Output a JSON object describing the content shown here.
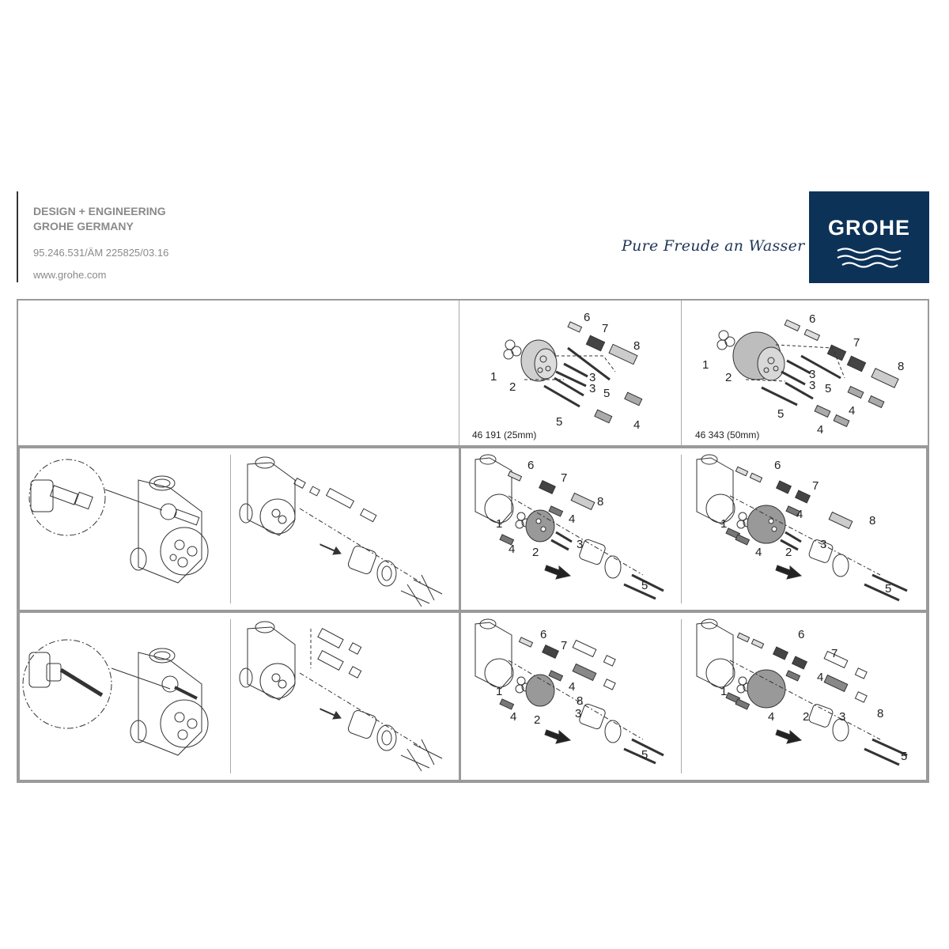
{
  "header": {
    "line1": "DESIGN + ENGINEERING",
    "line2": "GROHE GERMANY",
    "doc_number": "95.246.531/ÄM 225825/03.16",
    "website": "www.grohe.com",
    "tagline": "Pure Freude an Wasser",
    "logo_text": "GROHE",
    "brand_color": "#0d3258"
  },
  "kits": [
    {
      "caption": "46 191 (25mm)",
      "callouts": [
        "1",
        "2",
        "3",
        "3",
        "4",
        "5",
        "5",
        "6",
        "7",
        "8"
      ]
    },
    {
      "caption": "46 343 (50mm)",
      "callouts": [
        "1",
        "2",
        "3",
        "3",
        "4",
        "4",
        "5",
        "5",
        "6",
        "7",
        "8"
      ]
    }
  ],
  "rows": [
    {
      "panels": [
        {
          "type": "detail",
          "description": "valve body with square spindle detail"
        },
        {
          "type": "disassembly",
          "description": "exploded removal of cartridge"
        },
        {
          "type": "assembly-25mm",
          "callouts": [
            "6",
            "7",
            "8",
            "1",
            "4",
            "4",
            "2",
            "3",
            "5"
          ]
        },
        {
          "type": "assembly-50mm",
          "callouts": [
            "6",
            "7",
            "4",
            "8",
            "1",
            "4",
            "2",
            "3",
            "5"
          ]
        }
      ]
    },
    {
      "panels": [
        {
          "type": "detail",
          "description": "valve body with splined spindle detail"
        },
        {
          "type": "disassembly",
          "description": "exploded removal of cartridge with two extensions"
        },
        {
          "type": "assembly-25mm",
          "callouts": [
            "6",
            "7",
            "4",
            "8",
            "1",
            "4",
            "2",
            "3",
            "5"
          ]
        },
        {
          "type": "assembly-50mm",
          "callouts": [
            "6",
            "7",
            "4",
            "1",
            "4",
            "2",
            "3",
            "8",
            "5"
          ]
        }
      ]
    }
  ]
}
